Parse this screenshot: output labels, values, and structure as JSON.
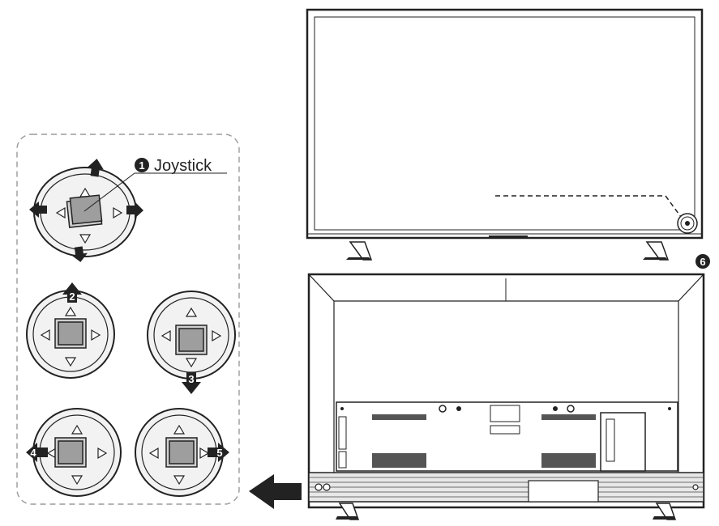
{
  "callouts": {
    "joystick_number": "1",
    "joystick_label": "Joystick",
    "up_number": "2",
    "down_number": "3",
    "left_number": "4",
    "right_number": "5",
    "tv_number": "6"
  },
  "panels": {
    "front_view": "TV front view",
    "rear_view": "TV rear view",
    "detail_view": "Joystick operation detail"
  },
  "colors": {
    "line": "#222222",
    "ring_fill": "#f2f2f2",
    "ring_inner": "#e2e2e2",
    "dashed_border": "#9a9a9a"
  }
}
